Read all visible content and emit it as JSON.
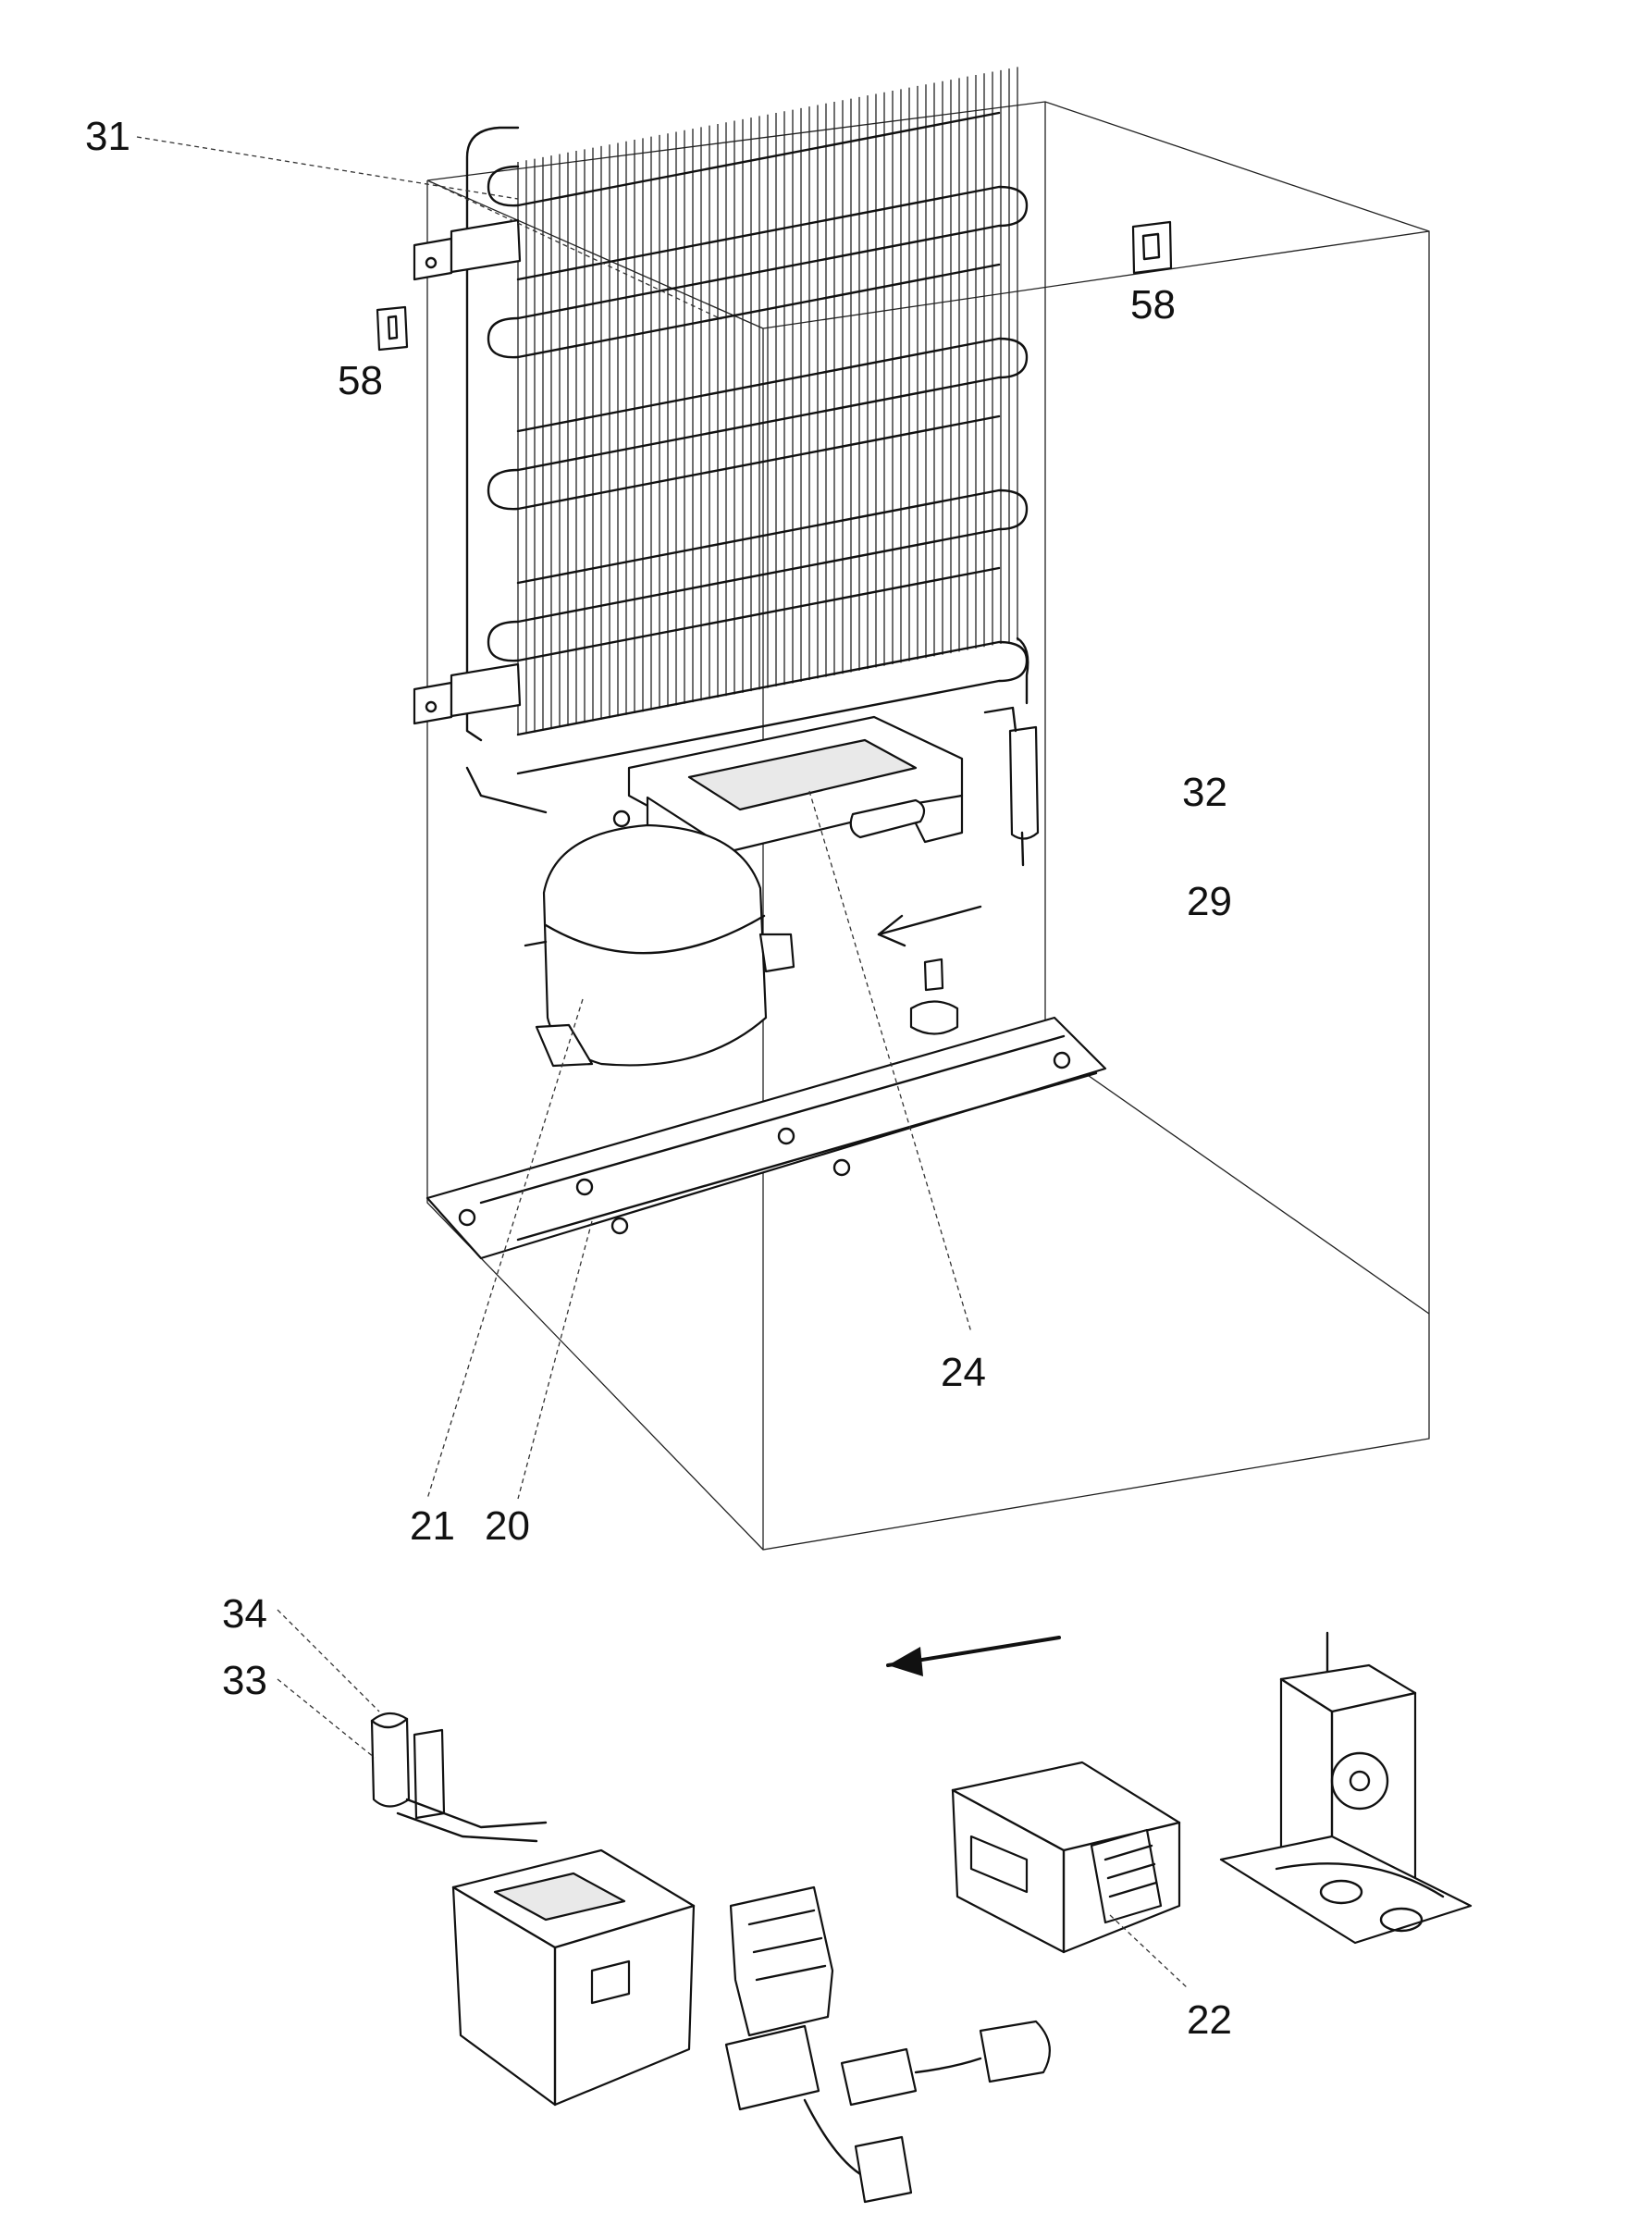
{
  "labels": {
    "l31": "31",
    "l58a": "58",
    "l58b": "58",
    "l32": "32",
    "l29": "29",
    "l24": "24",
    "l21": "21",
    "l20": "20",
    "l34": "34",
    "l33": "33",
    "l22": "22"
  },
  "colors": {
    "ink": "#111111",
    "paper": "#ffffff"
  }
}
